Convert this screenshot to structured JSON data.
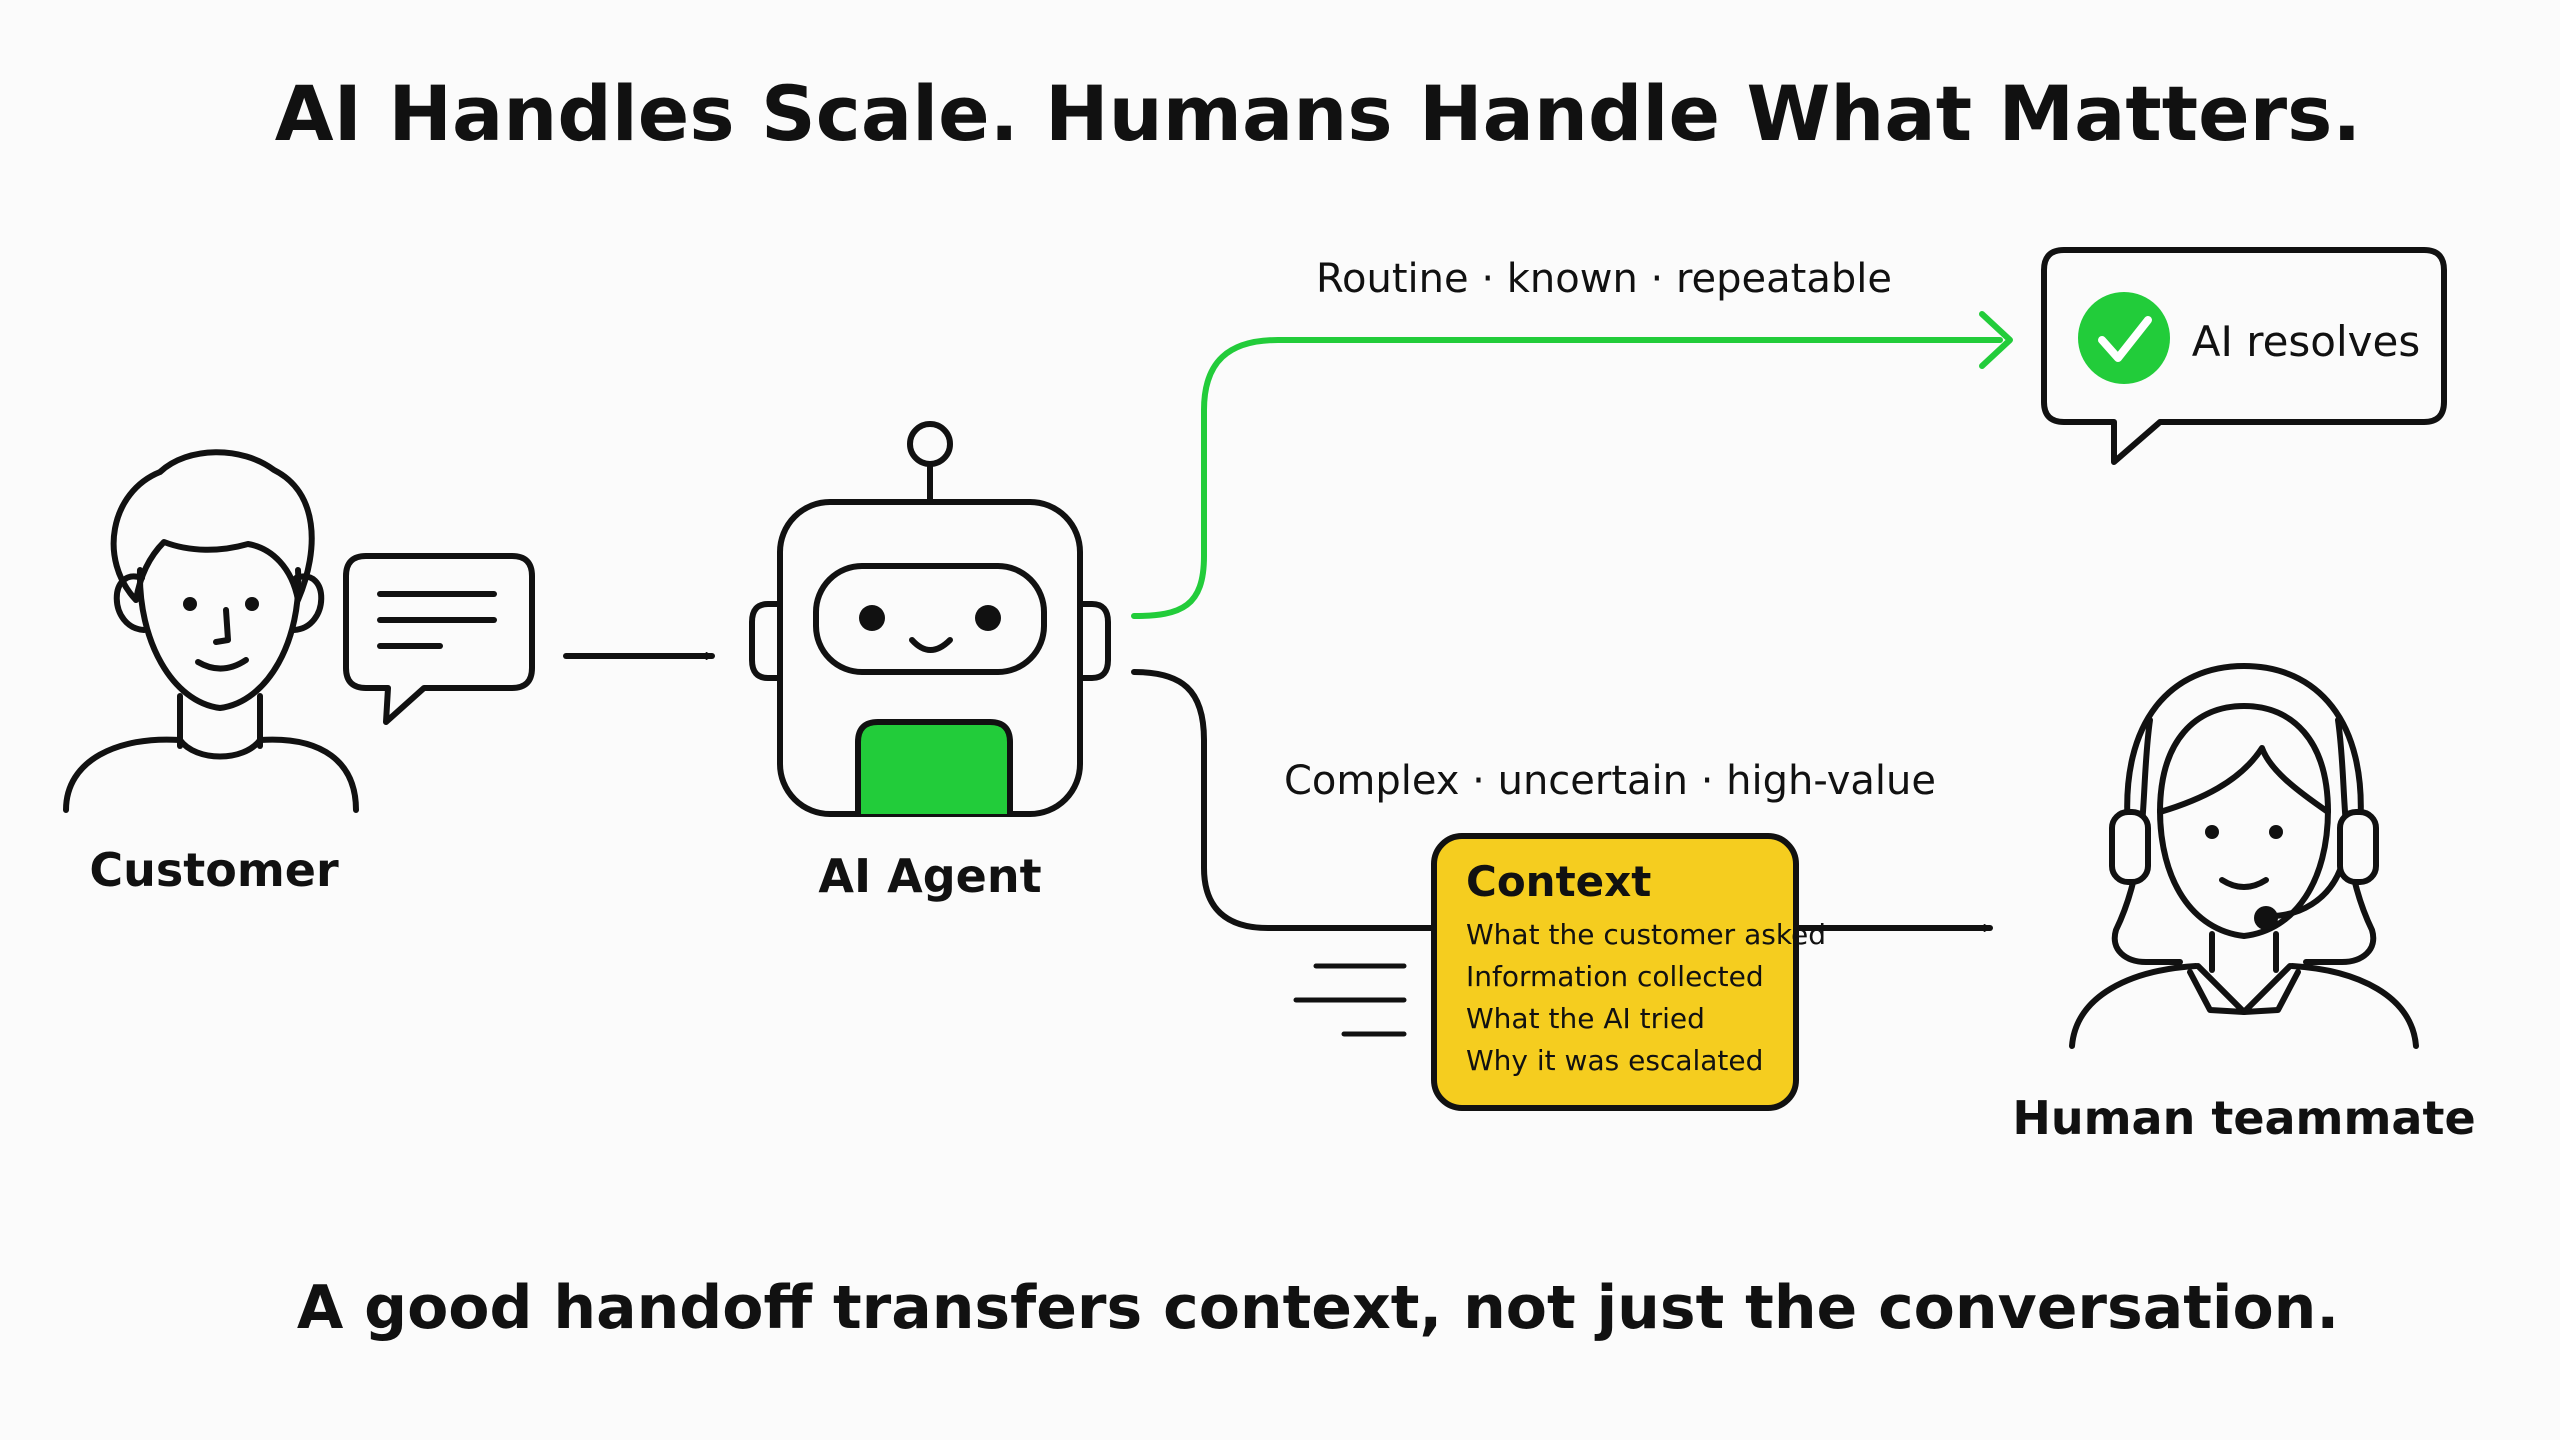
{
  "title": "AI Handles Scale. Humans Handle What Matters.",
  "footer": "A good handoff transfers context, not just the conversation.",
  "colors": {
    "ink": "#111111",
    "green": "#22cc3a",
    "yellow": "#f5cd1f",
    "background": "#fbfbfb"
  },
  "nodes": {
    "customer": {
      "label": "Customer",
      "icon": "customer-person-icon"
    },
    "ai_agent": {
      "label": "AI Agent",
      "icon": "robot-icon"
    },
    "ai_resolves": {
      "label": "AI resolves",
      "icon": "check-circle-icon"
    },
    "human": {
      "label": "Human teammate",
      "icon": "support-agent-headset-icon"
    }
  },
  "routes": {
    "routine": {
      "label": "Routine · known · repeatable",
      "color": "#22cc3a"
    },
    "complex": {
      "label": "Complex · uncertain · high-value",
      "color": "#111111"
    }
  },
  "context_card": {
    "title": "Context",
    "items": [
      "What the customer asked",
      "Information collected",
      "What the AI tried",
      "Why it was escalated"
    ]
  }
}
